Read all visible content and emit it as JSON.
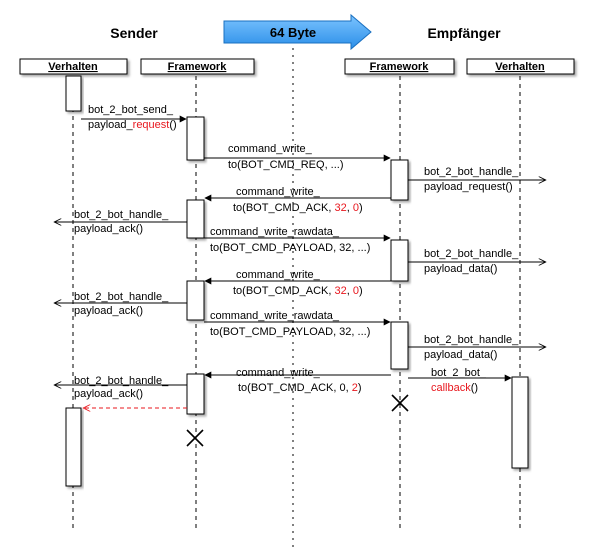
{
  "headers": {
    "sender": "Sender",
    "receiver": "Empfänger"
  },
  "banner": {
    "label": "64 Byte",
    "color": "#3a9df0"
  },
  "participants": [
    {
      "label": "Verhalten"
    },
    {
      "label": "Framework"
    },
    {
      "label": "Framework"
    },
    {
      "label": "Verhalten"
    }
  ],
  "messages": {
    "m1": [
      "bot_2_bot_send_",
      "payload_",
      "request",
      "()"
    ],
    "m2": [
      "command_write_",
      "to(BOT_CMD_REQ, ...)"
    ],
    "m3": [
      "bot_2_bot_handle_",
      "payload_request()"
    ],
    "m4": [
      "command_write_",
      "to(BOT_CMD_ACK, ",
      "32",
      ", ",
      "0",
      ")"
    ],
    "m5": [
      "bot_2_bot_handle_",
      "payload_ack()"
    ],
    "m6": [
      "command_write_rawdata_",
      "to(BOT_CMD_PAYLOAD, 32, ...)"
    ],
    "m7": [
      "bot_2_bot_handle_",
      "payload_data()"
    ],
    "m8": [
      "command_write_",
      "to(BOT_CMD_ACK, ",
      "32",
      ", ",
      "0",
      ")"
    ],
    "m9": [
      "bot_2_bot_handle_",
      "payload_ack()"
    ],
    "m10": [
      "command_write_rawdata_",
      "to(BOT_CMD_PAYLOAD, 32, ...)"
    ],
    "m11": [
      "bot_2_bot_handle_",
      "payload_data()"
    ],
    "m12": [
      "command_write_",
      "to(BOT_CMD_ACK, 0, ",
      "2",
      ")"
    ],
    "m13": [
      "bot_2_bot_",
      "callback",
      "()"
    ],
    "m14": [
      "bot_2_bot_handle_",
      "payload_ack()"
    ]
  },
  "colors": {
    "highlight": "#e8171e",
    "return_arrow": "#e8171e"
  }
}
